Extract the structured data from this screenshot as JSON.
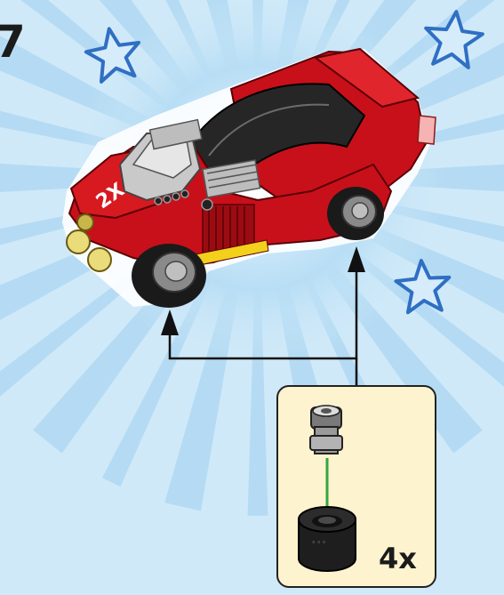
{
  "step": {
    "number": "7"
  },
  "parts": {
    "quantity": "4x",
    "part_icons": [
      "rim-icon",
      "tire-icon"
    ]
  },
  "model": {
    "decal": "2X",
    "body_color": "#c8101a",
    "name": "race-car"
  },
  "colors": {
    "background": "#cfe9f8",
    "burst": "#9fd0f0",
    "star_stroke": "#2f6fc4",
    "parts_box_fill": "#fdf3cf",
    "insert_arrow": "#35a542",
    "callout_arrow": "#111111"
  }
}
